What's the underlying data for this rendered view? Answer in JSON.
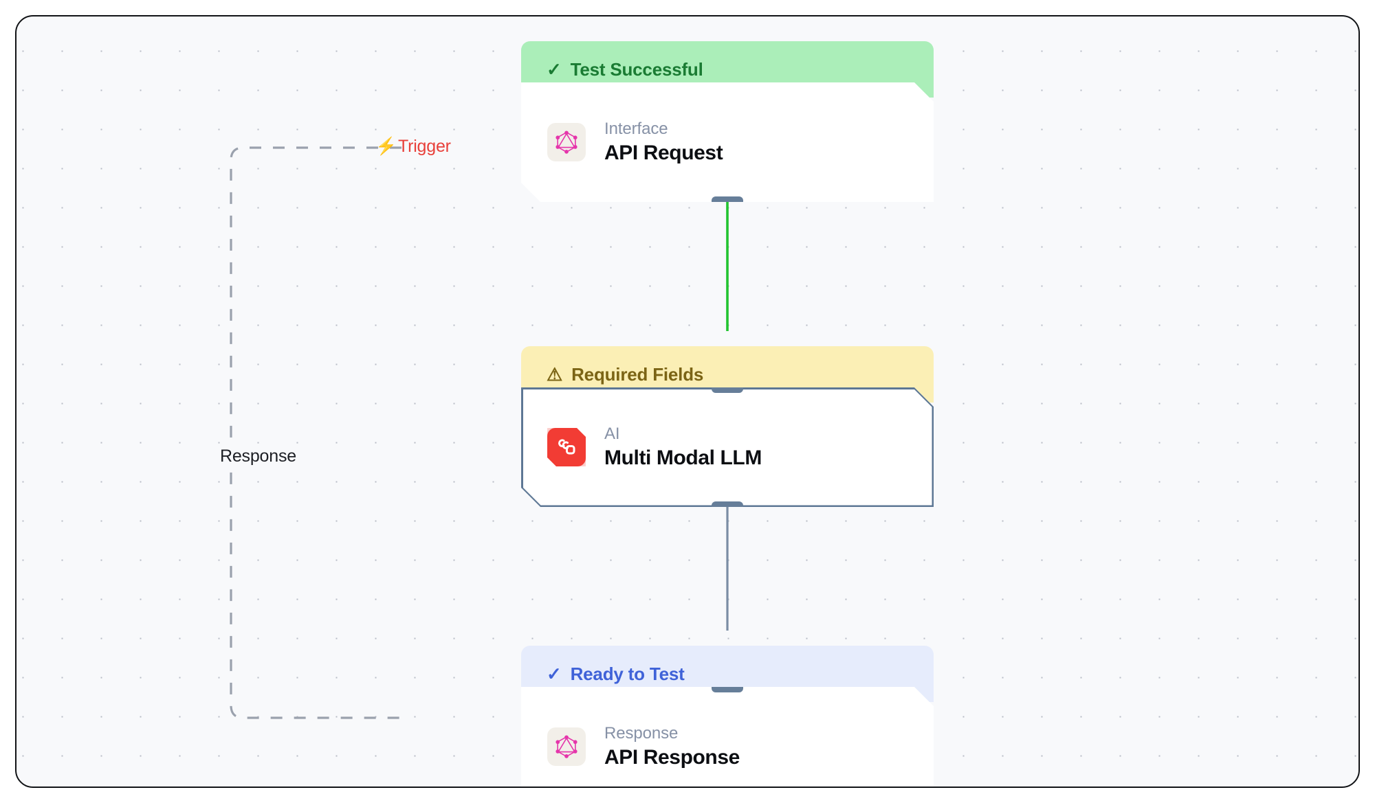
{
  "canvas": {
    "background_color": "#f8f9fb",
    "grid": "dot-grid",
    "border_color": "#111316"
  },
  "edges": [
    {
      "id": "edge-request-to-llm",
      "from": "API Request",
      "to": "Multi Modal LLM",
      "color": "#22c430",
      "style": "solid",
      "label": ""
    },
    {
      "id": "edge-llm-to-response",
      "from": "Multi Modal LLM",
      "to": "API Response",
      "color": "#7b8da4",
      "style": "solid",
      "label": ""
    },
    {
      "id": "edge-trigger",
      "from": "API Response",
      "to": "API Request",
      "color": "#9aa1ad",
      "style": "dashed",
      "label": "Trigger",
      "label_color": "#e8403a",
      "label_icon": "lightning-bolt-icon"
    },
    {
      "id": "edge-response",
      "from": "API Response",
      "to": "API Request",
      "color": "#9aa1ad",
      "style": "dashed",
      "label": "Response",
      "label_color": "#1d1f24"
    }
  ],
  "labels": {
    "trigger": "Trigger",
    "trigger_bolt": "⚡",
    "response": "Response"
  },
  "nodes": [
    {
      "id": "api-request",
      "status": {
        "text": "Test Successful",
        "icon": "✓",
        "icon_name": "check-icon",
        "variant": "success",
        "bg": "#abeeb9",
        "fg": "#1a7b33"
      },
      "category": "Interface",
      "title": "API Request",
      "icon_name": "graphql-icon",
      "icon_color": "#e535ab",
      "selected": false
    },
    {
      "id": "multi-modal-llm",
      "status": {
        "text": "Required Fields",
        "icon": "⚠",
        "icon_name": "warning-triangle-icon",
        "variant": "warning",
        "bg": "#fbefb5",
        "fg": "#7b6415"
      },
      "category": "AI",
      "title": "Multi Modal LLM",
      "icon_name": "ai-model-icon",
      "icon_color": "#f23c34",
      "selected": true
    },
    {
      "id": "api-response",
      "status": {
        "text": "Ready to Test",
        "icon": "✓",
        "icon_name": "check-icon",
        "variant": "ready",
        "bg": "#e6ecfc",
        "fg": "#3f62d8"
      },
      "category": "Response",
      "title": "API Response",
      "icon_name": "graphql-icon",
      "icon_color": "#e535ab",
      "selected": false
    }
  ]
}
